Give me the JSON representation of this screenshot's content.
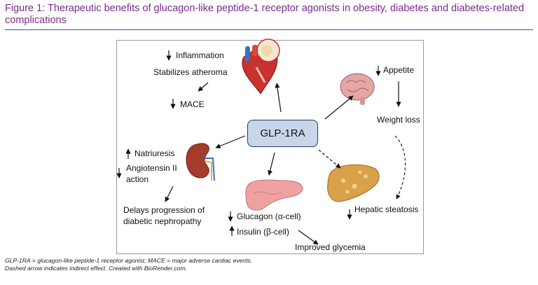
{
  "figure": {
    "title": "Figure 1: Therapeutic benefits of glucagon-like peptide-1 receptor agonists in obesity, diabetes and diabetes-related complications",
    "caption_line1": "GLP-1RA = glucagon-like peptide-1 receptor agonist; MACE = major adverse cardiac events.",
    "caption_line2": "Dashed arrow indicates indirect effect. Created with BioRender.com."
  },
  "diagram": {
    "hub": "GLP-1RA",
    "heart": {
      "icon": "heart-icon",
      "effect1": "Inflammation",
      "effect2": "Stabilizes atheroma",
      "effect3": "MACE"
    },
    "brain": {
      "icon": "brain-icon",
      "effect1": "Appetite",
      "effect2": "Weight loss"
    },
    "kidney": {
      "icon": "kidney-icon",
      "effect1": "Natriuresis",
      "effect2_line1": "Angiotensin II",
      "effect2_line2": "action",
      "effect3_line1": "Delays progression of",
      "effect3_line2": "diabetic nephropathy"
    },
    "pancreas": {
      "icon": "pancreas-icon",
      "effect1": "Glucagon (α-cell)",
      "effect2": "Insulin (β-cell)",
      "effect3": "Improved glycemia"
    },
    "liver": {
      "icon": "liver-icon",
      "effect1": "Hepatic steatosis"
    },
    "colors": {
      "title": "#7b2a8c",
      "rule": "#2c5aa0",
      "hub_fill": "#c9d6ea",
      "hub_border": "#1f3a5f"
    }
  }
}
